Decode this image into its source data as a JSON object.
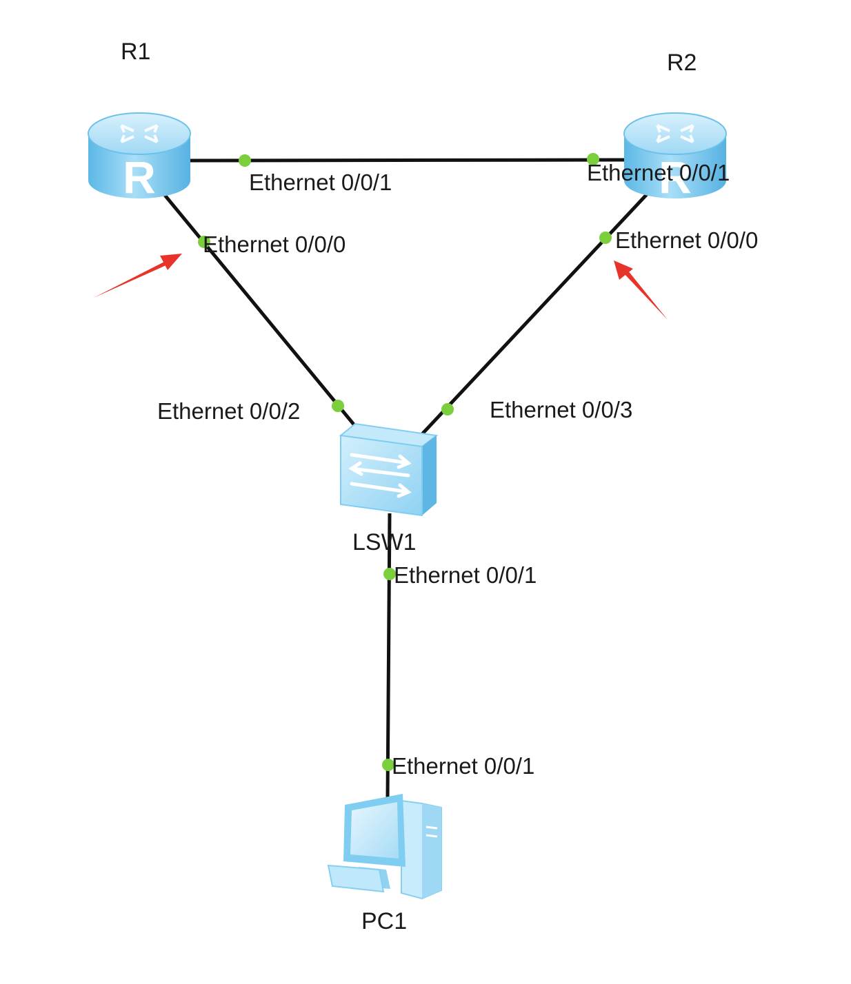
{
  "devices": {
    "r1": {
      "name": "R1",
      "icon": "router-icon"
    },
    "r2": {
      "name": "R2",
      "icon": "router-icon"
    },
    "lsw1": {
      "name": "LSW1",
      "icon": "switch-icon"
    },
    "pc1": {
      "name": "PC1",
      "icon": "pc-icon"
    }
  },
  "ports": {
    "r1_e001": "Ethernet 0/0/1",
    "r2_e001": "Ethernet 0/0/1",
    "r1_e000": "Ethernet 0/0/0",
    "r2_e000": "Ethernet 0/0/0",
    "lsw1_e002": "Ethernet 0/0/2",
    "lsw1_e003": "Ethernet 0/0/3",
    "lsw1_e001": "Ethernet 0/0/1",
    "pc1_e001": "Ethernet 0/0/1"
  },
  "colors": {
    "link": "#111111",
    "port_dot": "#7ccf3c",
    "device_light": "#bfe8fb",
    "device_mid": "#7fcdf1",
    "device_dark": "#4aaee0",
    "arrow": "#e8332a"
  }
}
